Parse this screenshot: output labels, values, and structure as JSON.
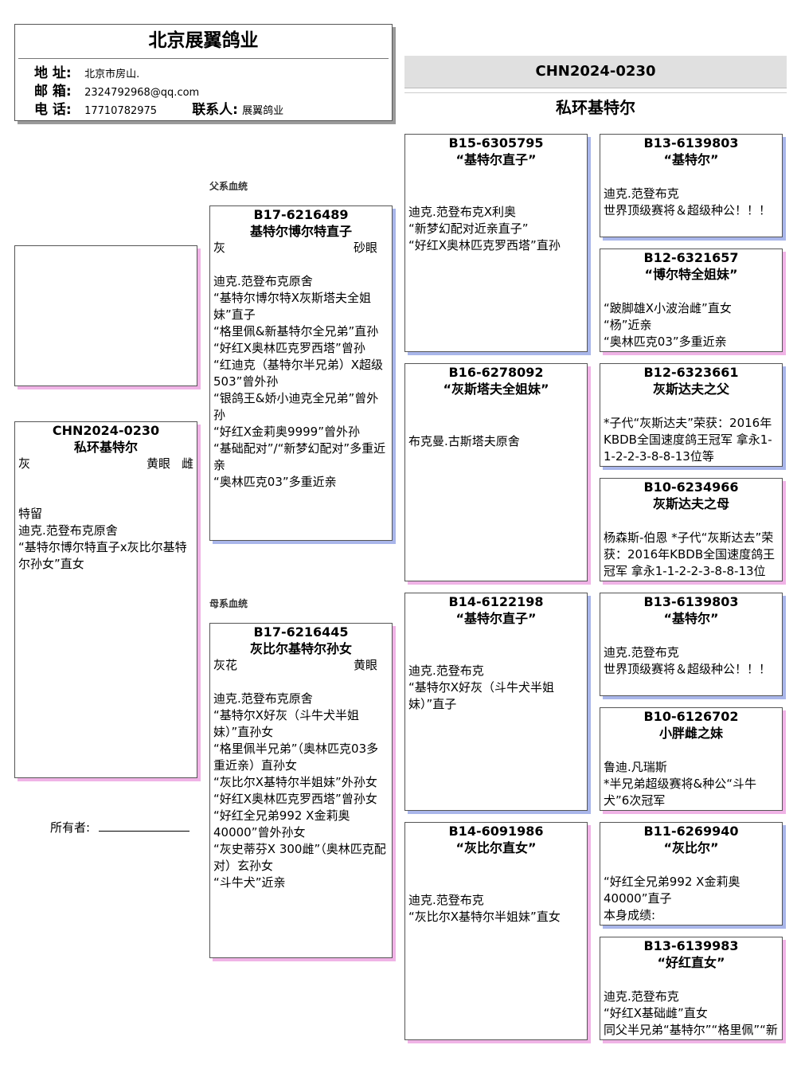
{
  "header": {
    "company": "北京展翼鸽业",
    "address_label": "地 址:",
    "address": "北京市房山.",
    "email_label": "邮 箱:",
    "email": "2324792968@qq.com",
    "phone_label": "电 话:",
    "phone": "17710782975",
    "contact_label": "联系人:",
    "contact": "展翼鸽业"
  },
  "top_ring": "CHN2024-0230",
  "top_name": "私环基特尔",
  "sire_section": "父系血统",
  "dam_section": "母系血统",
  "owner_label": "所有者:",
  "subject": {
    "ring": "CHN2024-0230",
    "name": "私环基特尔",
    "color": "灰",
    "eye": "黄眼",
    "sex": "雌",
    "notes": "特留\n迪克.范登布克原舍\n“基特尔博尔特直子x灰比尔基特尔孙女”直女"
  },
  "sire": {
    "ring": "B17-6216489",
    "name": "基特尔博尔特直子",
    "color": "灰",
    "eye": "砂眼",
    "notes": "迪克.范登布克原舍\n“基特尔博尔特X灰斯塔夫全姐妹”直子\n“格里佩&新基特尔全兄弟”直孙\n“好红X奥林匹克罗西塔”曾孙\n“红迪克（基特尔半兄弟）X超级503”曾外孙\n“银鸽王&娇小迪克全兄弟”曾外孙\n“好红X金莉奥9999”曾外孙\n“基础配对”/“新梦幻配对”多重近亲\n“奥林匹克03”多重近亲"
  },
  "dam": {
    "ring": "B17-6216445",
    "name": "灰比尔基特尔孙女",
    "color": "灰花",
    "eye": "黄眼",
    "notes": "迪克.范登布克原舍\n“基特尔X好灰（斗牛犬半姐妹）”直孙女\n“格里佩半兄弟”（奥林匹克03多重近亲）直孙女\n“灰比尔X基特尔半姐妹”外孙女\n“好红X奥林匹克罗西塔”曾孙女\n“好红全兄弟992 X金莉奥40000”曾外孙女\n“灰史蒂芬X 300雌”（奥林匹克配对）玄孙女\n“斗牛犬”近亲"
  },
  "gen2": [
    {
      "ring": "B15-6305795",
      "name": "“基特尔直子”",
      "notes": "迪克.范登布克X利奥\n“新梦幻配对近亲直子”\n“好红X奥林匹克罗西塔”直孙"
    },
    {
      "ring": "B16-6278092",
      "name": "“灰斯塔夫全姐妹”",
      "notes": "布克曼.古斯塔夫原舍"
    },
    {
      "ring": "B14-6122198",
      "name": "“基特尔直子”",
      "notes": "迪克.范登布克\n“基特尔X好灰（斗牛犬半姐妹）”直子"
    },
    {
      "ring": "B14-6091986",
      "name": "“灰比尔直女”",
      "notes": "迪克.范登布克\n“灰比尔X基特尔半姐妹”直女"
    }
  ],
  "gen3": [
    {
      "ring": "B13-6139803",
      "name": "“基特尔”",
      "notes": "迪克.范登布克\n世界顶级赛将＆超级种公！！！"
    },
    {
      "ring": "B12-6321657",
      "name": "“博尔特全姐妹”",
      "notes": "“跛脚雄X小波治雌”直女\n“杨”近亲\n“奥林匹克03”多重近亲"
    },
    {
      "ring": "B12-6323661",
      "name": "灰斯达夫之父",
      "notes": " *子代“灰斯达夫”荣获：2016年KBDB全国速度鸽王冠军 拿永1-1-2-2-3-8-8-13位等"
    },
    {
      "ring": "B10-6234966",
      "name": "灰斯达夫之母",
      "notes": "杨森斯-伯恩 *子代“灰斯达去”荣获：2016年KBDB全国速度鸽王冠军 拿永1-1-2-2-3-8-8-13位"
    },
    {
      "ring": "B13-6139803",
      "name": "“基特尔”",
      "notes": "迪克.范登布克\n世界顶级赛将＆超级种公！！！"
    },
    {
      "ring": "B10-6126702",
      "name": "小胖雌之妹",
      "notes": "鲁迪.凡瑞斯\n*半兄弟超级赛将&种公“斗牛犬”6次冠军"
    },
    {
      "ring": "B11-6269940",
      "name": "“灰比尔”",
      "notes": "“好红全兄弟992 X金莉奥40000”直子\n本身成绩:"
    },
    {
      "ring": "B13-6139983",
      "name": "“好红直女”",
      "notes": "迪克.范登布克\n“好红X基础雌”直女\n同父半兄弟“基特尔”“格里佩”“新"
    }
  ]
}
